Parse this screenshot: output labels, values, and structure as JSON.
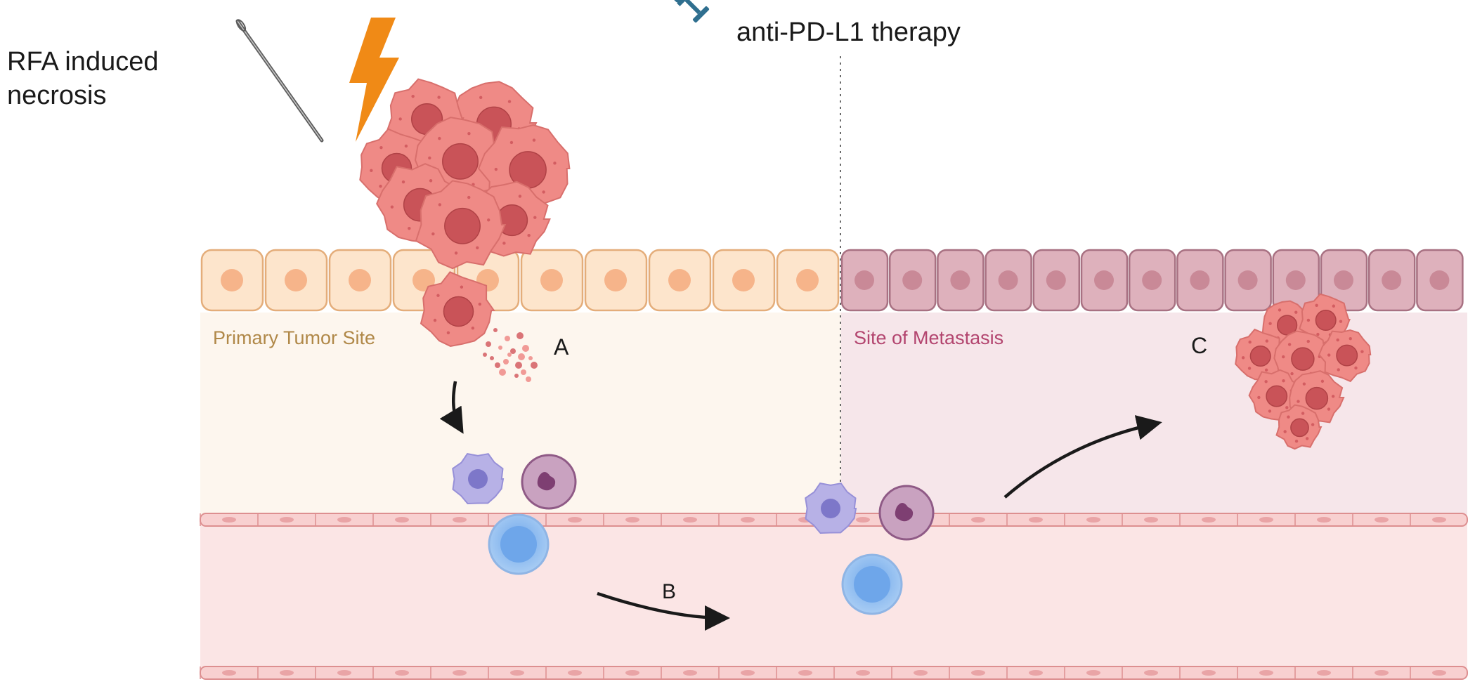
{
  "labels": {
    "rfa_line1": "RFA induced",
    "rfa_line2": "necrosis",
    "therapy": "anti-PD-L1 therapy",
    "primary_site": "Primary Tumor Site",
    "metastasis_site": "Site of Metastasis",
    "step_a": "A",
    "step_b": "B",
    "step_c": "C"
  },
  "colors": {
    "primary_tissue": "#fdf6ee",
    "metastasis_tissue": "#f6e6ea",
    "primary_cell_fill": "#fde5cc",
    "primary_cell_stroke": "#e4ad7a",
    "primary_nucleus": "#f6b48a",
    "metastasis_cell_fill": "#deb1bc",
    "metastasis_cell_stroke": "#a87182",
    "metastasis_nucleus": "#c98997",
    "vessel_fill": "#fbe5e5",
    "endothelium_fill": "#f8d0d0",
    "endothelium_stroke": "#dd8f90",
    "tumor_cell": "#ef8a86",
    "tumor_nucleus": "#c95358",
    "lightning": "#f08a16",
    "syringe": "#2f6f8f",
    "syringe_liquid": "#3a8fd0",
    "primary_label": "#b08848",
    "metastasis_label": "#b3456f",
    "t_cell": "#8fbbee",
    "dendritic_cell": "#b7b1e6",
    "neutrophil": "#a9729c"
  },
  "icons": {
    "needle": "needle-icon",
    "lightning": "lightning-icon",
    "syringe": "syringe-icon"
  }
}
